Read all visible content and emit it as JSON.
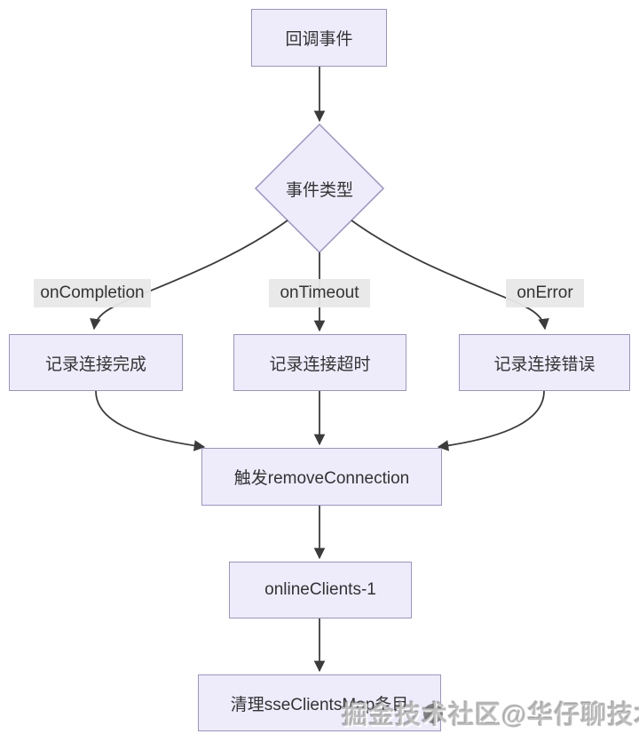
{
  "diagram": {
    "type": "flowchart",
    "nodes": {
      "callback": {
        "label": "回调事件",
        "shape": "rect"
      },
      "event_type": {
        "label": "事件类型",
        "shape": "diamond"
      },
      "record_completion": {
        "label": "记录连接完成",
        "shape": "rect"
      },
      "record_timeout": {
        "label": "记录连接超时",
        "shape": "rect"
      },
      "record_error": {
        "label": "记录连接错误",
        "shape": "rect"
      },
      "trigger_remove": {
        "label": "触发removeConnection",
        "shape": "rect"
      },
      "online_clients_decrement": {
        "label": "onlineClients-1",
        "shape": "rect"
      },
      "cleanup_map": {
        "label": "清理sseClientsMap条目",
        "shape": "rect"
      }
    },
    "edge_labels": {
      "completion": "onCompletion",
      "timeout": "onTimeout",
      "error": "onError"
    },
    "edges": [
      "回调事件 -> 事件类型",
      "事件类型 -onCompletion-> 记录连接完成",
      "事件类型 -onTimeout-> 记录连接超时",
      "事件类型 -onError-> 记录连接错误",
      "记录连接完成 -> 触发removeConnection",
      "记录连接超时 -> 触发removeConnection",
      "记录连接错误 -> 触发removeConnection",
      "触发removeConnection -> onlineClients-1",
      "onlineClients-1 -> 清理sseClientsMap条目"
    ],
    "colors": {
      "node_fill": "#eeecfb",
      "node_border": "#9b93c8",
      "edge_stroke": "#3b3b3b",
      "edge_label_bg": "#e8e8e8",
      "text": "#333333",
      "background": "#ffffff"
    }
  },
  "watermark": {
    "text": "掘金技术社区@华仔聊技术"
  }
}
